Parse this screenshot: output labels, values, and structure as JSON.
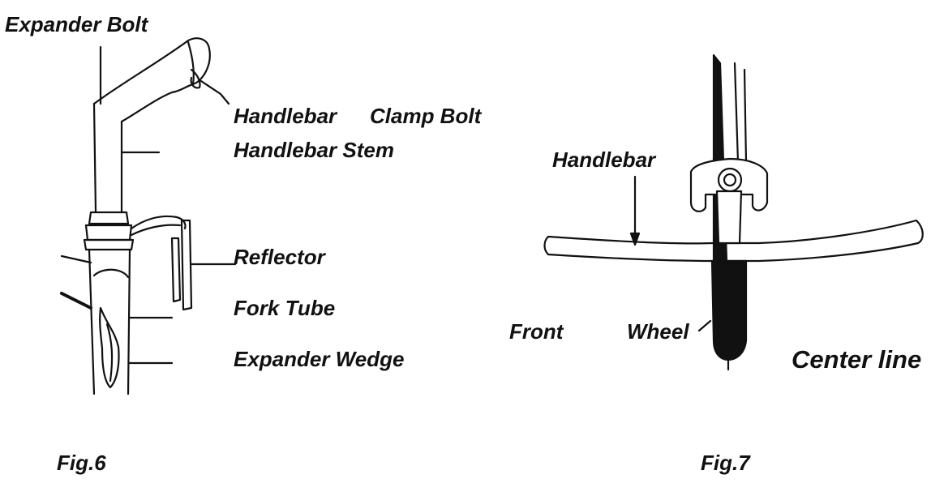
{
  "fig6": {
    "caption": "Fig.6",
    "labels": {
      "expander_bolt": "Expander Bolt",
      "handlebar": "Handlebar",
      "clamp_bolt": "Clamp Bolt",
      "handlebar_stem": "Handlebar Stem",
      "reflector": "Reflector",
      "fork_tube": "Fork Tube",
      "expander_wedge": "Expander Wedge"
    }
  },
  "fig7": {
    "caption": "Fig.7",
    "labels": {
      "handlebar": "Handlebar",
      "front": "Front",
      "wheel": "Wheel",
      "center_line": "Center line"
    }
  },
  "colors": {
    "ink": "#111111",
    "background": "#ffffff"
  }
}
